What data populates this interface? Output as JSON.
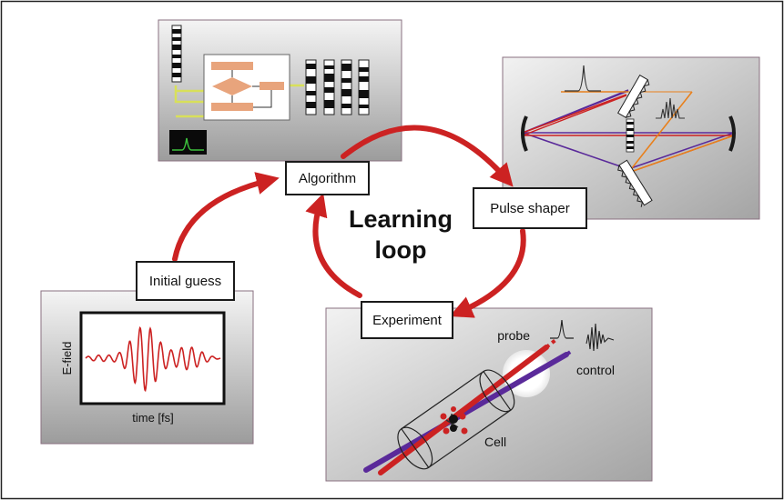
{
  "diagram": {
    "title_line1": "Learning",
    "title_line2": "loop",
    "stages": {
      "algorithm": "Algorithm",
      "pulse_shaper": "Pulse shaper",
      "experiment": "Experiment",
      "initial_guess": "Initial guess"
    },
    "initial_guess_panel": {
      "y_axis_label": "E-field",
      "x_axis_label": "time [fs]"
    },
    "experiment_panel": {
      "probe_label": "probe",
      "control_label": "control",
      "cell_label": "Cell"
    },
    "colors": {
      "loop_arrow": "#cc2222",
      "waveform": "#cc2222",
      "orange_beam": "#e8801c",
      "blue_beam": "#5a2a9a",
      "red_beam": "#cc2222",
      "flowchart_box": "#e8a47c",
      "flowchart_connector": "#d8e05a",
      "spectrum_trace": "#3cc03c"
    }
  }
}
